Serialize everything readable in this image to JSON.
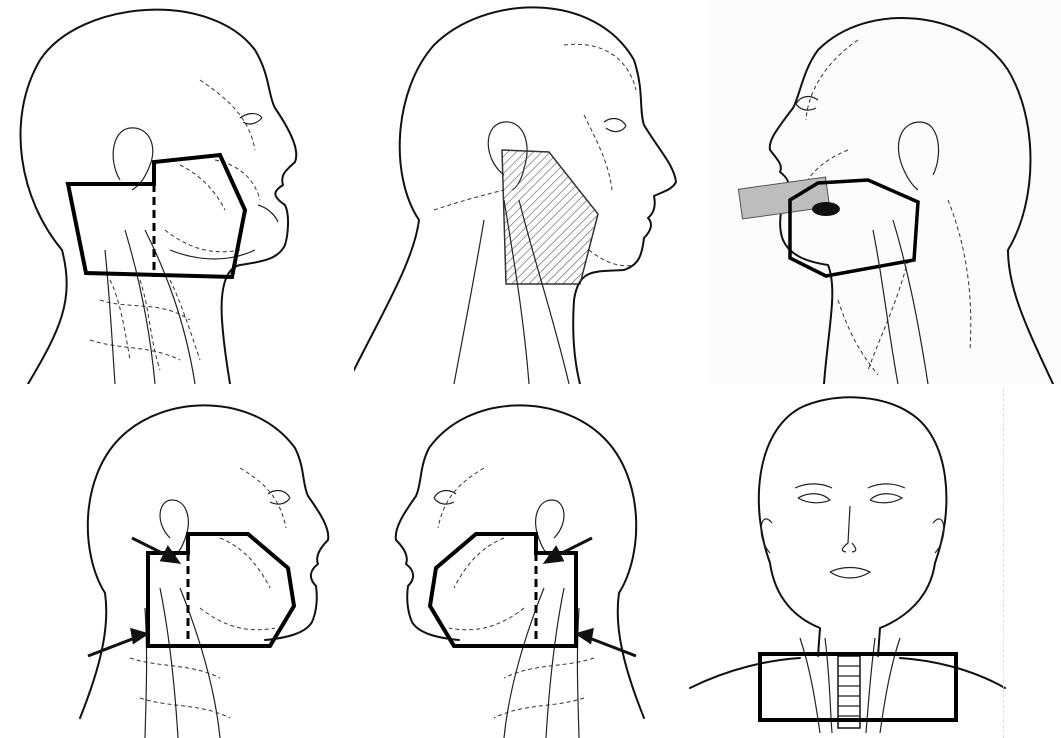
{
  "figure": {
    "panels": [
      {
        "view": "right-lateral",
        "field_shape": "lateral-parotid-neck-field",
        "has_dashed_line": true,
        "has_arrows": false
      },
      {
        "view": "right-lateral",
        "field_shape": "hatched-parotid-field",
        "has_dashed_line": false,
        "has_arrows": false
      },
      {
        "view": "left-lateral-with-mouth-bite-block",
        "field_shape": "oral-cavity-field",
        "has_dashed_line": false,
        "has_arrows": false
      },
      {
        "view": "right-lateral",
        "field_shape": "lateral-field-with-arrows",
        "has_dashed_line": true,
        "has_arrows": true
      },
      {
        "view": "left-lateral",
        "field_shape": "lateral-field-with-arrows",
        "has_dashed_line": true,
        "has_arrows": true
      },
      {
        "view": "anterior",
        "field_shape": "low-anterior-neck-field",
        "has_dashed_line": false,
        "has_arrows": false
      }
    ],
    "colors": {
      "outline": "#111111",
      "field": "#000000",
      "hatch": "#555555",
      "bite_block": "#bdbdbd"
    }
  }
}
